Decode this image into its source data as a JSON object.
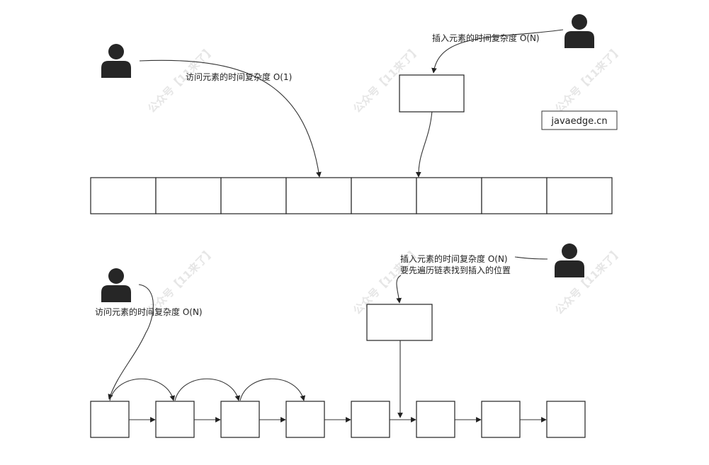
{
  "watermark": {
    "text": "公众号【11来了】",
    "color": "#e6e6e6"
  },
  "site": {
    "url": "javaedge.cn"
  },
  "array_section": {
    "access_label": "访问元素的时间复杂度 O(1)",
    "insert_label": "插入元素的时间复杂度 O(N)",
    "cell_count": 8
  },
  "list_section": {
    "access_label": "访问元素的时间复杂度 O(N)",
    "insert_label_line1": "插入元素的时间复杂度 O(N)",
    "insert_label_line2": "要先遍历链表找到插入的位置",
    "node_count": 8
  },
  "icons": [
    "person-icon"
  ]
}
